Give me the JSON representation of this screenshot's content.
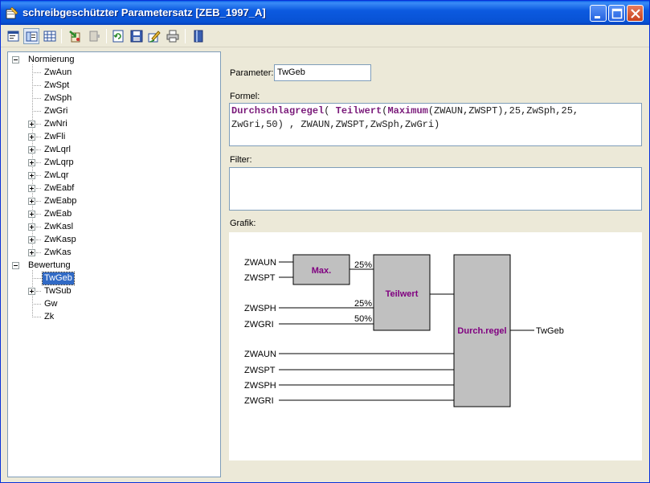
{
  "window": {
    "title": "schreibgeschützter Parametersatz [ZEB_1997_A]",
    "controls": {
      "minimize": "minimize",
      "maximize": "maximize",
      "close": "close"
    }
  },
  "toolbar": {
    "buttons": [
      "properties-icon",
      "view-icon",
      "grid-icon",
      "import-icon",
      "export-icon",
      "refresh-icon",
      "save-icon",
      "edit-icon",
      "print-icon",
      "book-icon"
    ]
  },
  "tree": {
    "groups": [
      {
        "label": "Normierung",
        "items": [
          {
            "label": "ZwAun",
            "expandable": false
          },
          {
            "label": "ZwSpt",
            "expandable": false
          },
          {
            "label": "ZwSph",
            "expandable": false
          },
          {
            "label": "ZwGri",
            "expandable": false
          },
          {
            "label": "ZwNri",
            "expandable": true
          },
          {
            "label": "ZwFli",
            "expandable": true
          },
          {
            "label": "ZwLqrl",
            "expandable": true
          },
          {
            "label": "ZwLqrp",
            "expandable": true
          },
          {
            "label": "ZwLqr",
            "expandable": true
          },
          {
            "label": "ZwEabf",
            "expandable": true
          },
          {
            "label": "ZwEabp",
            "expandable": true
          },
          {
            "label": "ZwEab",
            "expandable": true
          },
          {
            "label": "ZwKasl",
            "expandable": true
          },
          {
            "label": "ZwKasp",
            "expandable": true
          },
          {
            "label": "ZwKas",
            "expandable": true
          }
        ]
      },
      {
        "label": "Bewertung",
        "items": [
          {
            "label": "TwGeb",
            "expandable": false,
            "selected": true
          },
          {
            "label": "TwSub",
            "expandable": true
          },
          {
            "label": "Gw",
            "expandable": false
          },
          {
            "label": "Zk",
            "expandable": false
          }
        ]
      }
    ]
  },
  "parameter": {
    "label": "Parameter:",
    "value": "TwGeb"
  },
  "formel": {
    "label": "Formel:",
    "line1": [
      {
        "text": "Durchschlagregel",
        "kind": "fn"
      },
      {
        "text": "( ",
        "kind": "tx"
      },
      {
        "text": "Teilwert",
        "kind": "fn"
      },
      {
        "text": "(",
        "kind": "tx"
      },
      {
        "text": "Maximum",
        "kind": "fn"
      },
      {
        "text": "(ZWAUN,ZWSPT),25,ZwSph,25,",
        "kind": "tx"
      }
    ],
    "line2": [
      {
        "text": "ZwGri,50) , ZWAUN,ZWSPT,ZwSph,ZwGri)",
        "kind": "tx"
      }
    ]
  },
  "filter": {
    "label": "Filter:",
    "value": ""
  },
  "grafik": {
    "label": "Grafik:",
    "blocks": {
      "max": "Max.",
      "teilwert": "Teilwert",
      "durch": "Durch.regel"
    },
    "inputs_max": [
      "ZWAUN",
      "ZWSPT"
    ],
    "inputs_teilwert": [
      "ZWSPH",
      "ZWGRI"
    ],
    "inputs_durch": [
      "ZWAUN",
      "ZWSPT",
      "ZWSPH",
      "ZWGRI"
    ],
    "weights": [
      "25%",
      "25%",
      "50%"
    ],
    "output": "TwGeb",
    "colors": {
      "block_fill": "#c0c0c0",
      "block_text": "#800080"
    }
  }
}
